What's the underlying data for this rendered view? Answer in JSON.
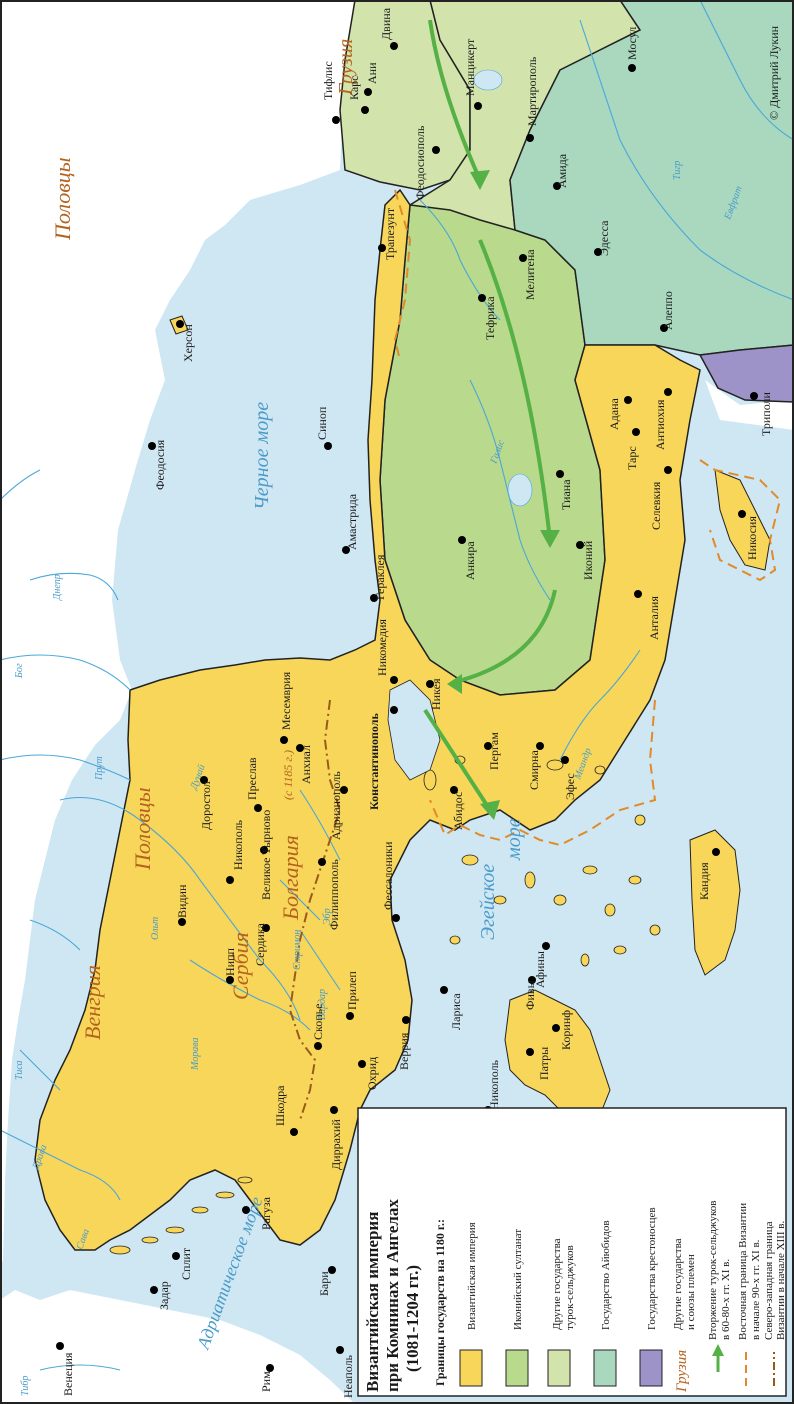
{
  "colors": {
    "sea": "#cfe7f3",
    "land": "#ffffff",
    "byzantine": "#f7d65a",
    "iconium": "#b9d98c",
    "other_turk": "#d2e3ab",
    "ayyubid": "#a9d8bf",
    "crusader": "#9d93c9",
    "border": "#222222",
    "river": "#4aa7d8",
    "region_label": "#b5621e",
    "arrow": "#55b045",
    "east_border": "#e08a2a",
    "nw_border": "#9b5a1c"
  },
  "copyright": "© Дмитрий Лукин",
  "legend": {
    "title": [
      "Византийская империя",
      "при Комнинах и Ангелах",
      "(1081-1204 гг.)"
    ],
    "subtitle": "Границы государств на 1180 г.:",
    "items": [
      {
        "label": "Византийская империя",
        "color": "#f7d65a"
      },
      {
        "label": "Иконийский султанат",
        "color": "#b9d98c"
      },
      {
        "label": "Другие государства турок-сельджуков",
        "lines": [
          "Другие государства",
          "турок-сельджуков"
        ],
        "color": "#d2e3ab"
      },
      {
        "label": "Государство Айюбидов",
        "color": "#a9d8bf"
      },
      {
        "label": "Государства крестоносцев",
        "color": "#9d93c9"
      }
    ],
    "other_states": {
      "sample": "Грузия",
      "lines": [
        "Другие государства",
        "и союзы племен"
      ]
    },
    "arrow_item": {
      "lines": [
        "Вторжение турок-сельджуков",
        "в 60-80-х гг. XI в."
      ]
    },
    "east_border_item": {
      "lines": [
        "Восточная граница Византии",
        "в начале 90-х гг. XI в."
      ]
    },
    "nw_border_item": {
      "lines": [
        "Северо-западная граница",
        "Византии в начале XIII в."
      ]
    }
  },
  "regions": {
    "polovtsy_north": "Половцы",
    "polovtsy_danube": "Половцы",
    "georgia": "Грузия",
    "hungary": "Венгрия",
    "serbia": "Сербия",
    "bulgaria": "Болгария",
    "bulgaria_date": "(с 1185 г.)"
  },
  "waters": {
    "black_sea": "Черное море",
    "aegean": [
      "Эгейское",
      "море"
    ],
    "adriatic": "Адриатическое море",
    "rivers": [
      "Днепр",
      "Бог",
      "Прут",
      "Дунай",
      "Ольт",
      "Тиса",
      "Драва",
      "Сава",
      "Морава",
      "Вардар",
      "Стримон",
      "Эбр",
      "Галис",
      "Меандр",
      "Тигр",
      "Евфрат",
      "Тибр"
    ]
  },
  "cities": [
    "Тифлис",
    "Карс",
    "Ани",
    "Двина",
    "Манцикерт",
    "Мартирополь",
    "Мосул",
    "Феодосиополь",
    "Амида",
    "Эдесса",
    "Алеппо",
    "Мелитена",
    "Тефрика",
    "Трапезунт",
    "Синоп",
    "Амастрида",
    "Гераклея",
    "Тиана",
    "Анкира",
    "Иконий",
    "Адана",
    "Тарс",
    "Антиохия",
    "Селевкия",
    "Анталия",
    "Никосия",
    "Триполи",
    "Феодосия",
    "Херсон",
    "Никомедия",
    "Никея",
    "Константинополь",
    "Пергам",
    "Смирна",
    "Абидос",
    "Эфес",
    "Адрианополь",
    "Филиппополь",
    "Месемврия",
    "Анхиал",
    "Преслав",
    "Доростол",
    "Великое Тырново",
    "Никополь",
    "Видин",
    "Сердика",
    "Нипп",
    "Фессалоники",
    "Прилеп",
    "Веррия",
    "Скопье",
    "Охрид",
    "Шкодра",
    "Диррахий",
    "Лариса",
    "Фивы",
    "Афины",
    "Коринф",
    "Патры",
    "Никополь",
    "Кандия",
    "Рагуза",
    "Сплит",
    "Задар",
    "Венеция",
    "Бари",
    "Рим",
    "Неаполь"
  ]
}
